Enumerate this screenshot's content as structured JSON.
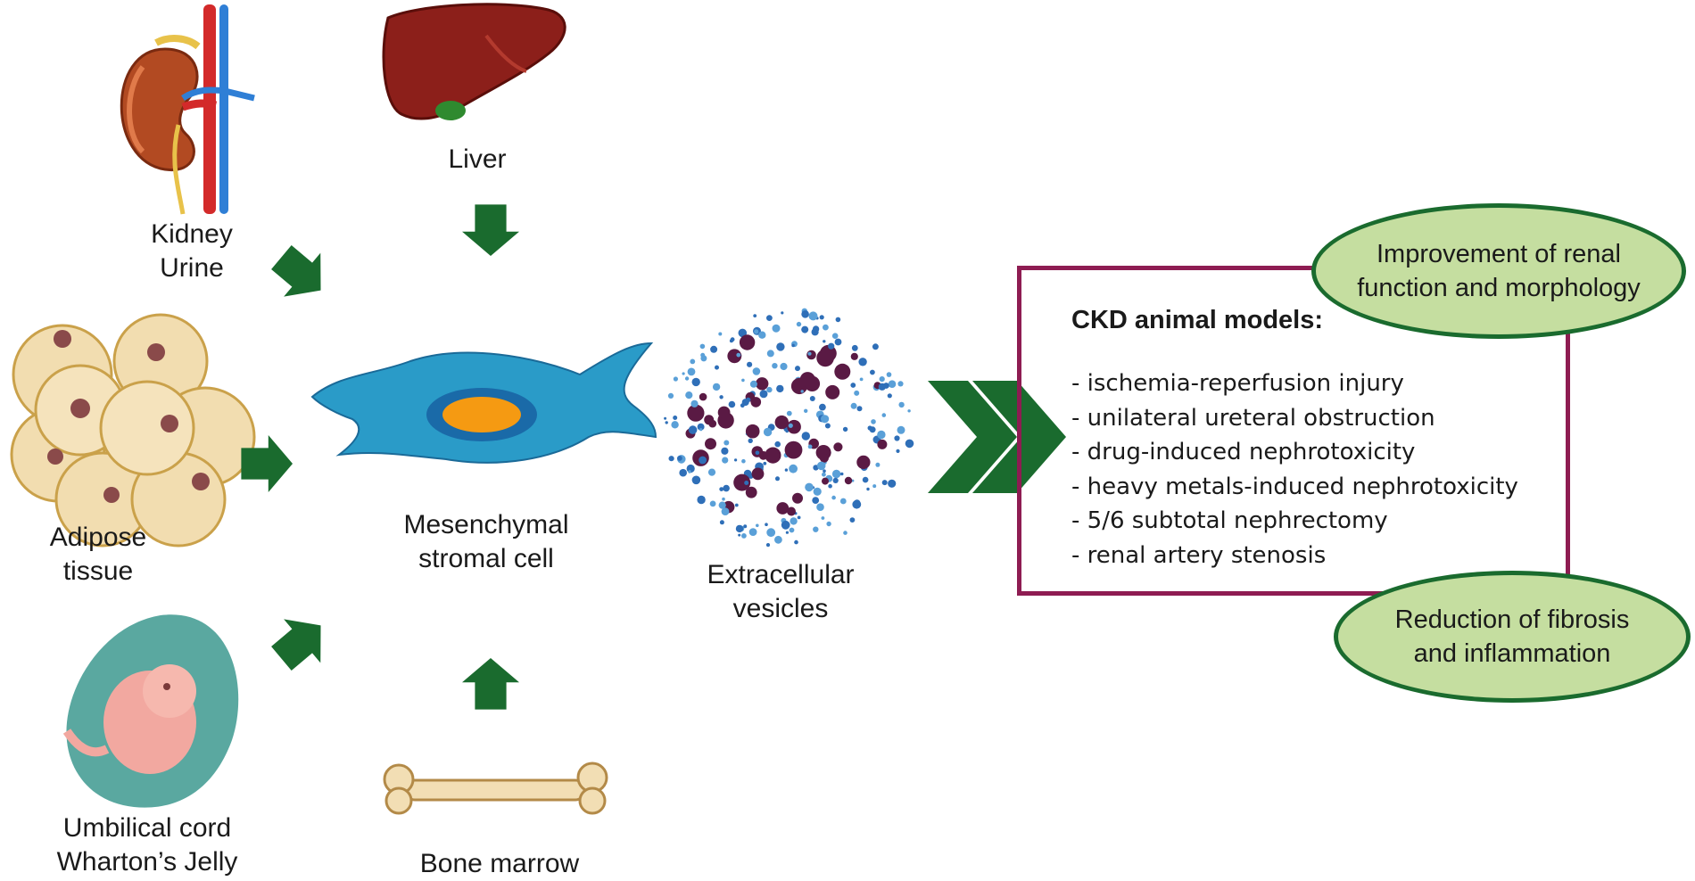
{
  "sources": {
    "kidney": {
      "line1": "Kidney",
      "line2": "Urine"
    },
    "liver": {
      "line1": "Liver"
    },
    "adipose": {
      "line1": "Adipose",
      "line2": "tissue"
    },
    "umbilical": {
      "line1": "Umbilical cord",
      "line2": "Wharton’s Jelly"
    },
    "bone": {
      "line1": "Bone marrow"
    }
  },
  "center": {
    "line1": "Mesenchymal",
    "line2": "stromal cell"
  },
  "vesicles": {
    "line1": "Extracellular",
    "line2": "vesicles"
  },
  "box": {
    "title": "CKD animal models:",
    "items": [
      "- ischemia-reperfusion injury",
      "- unilateral ureteral obstruction",
      "- drug-induced nephrotoxicity",
      "- heavy metals-induced nephrotoxicity",
      "- 5/6 subtotal nephrectomy",
      "- renal artery stenosis"
    ]
  },
  "outcomes": {
    "top": {
      "line1": "Improvement of renal",
      "line2": "function and morphology"
    },
    "bottom": {
      "line1": "Reduction of fibrosis",
      "line2": "and inflammation"
    }
  },
  "colors": {
    "arrow": "#1a6b2e",
    "box_border": "#8e1c52",
    "oval_fill": "#c5dea0",
    "oval_border": "#1a6b2e",
    "cell": "#2a9bc8",
    "nucleus": "#f59a12"
  },
  "icons": [
    "kidney-icon",
    "liver-icon",
    "adipose-cells-icon",
    "embryo-icon",
    "bone-icon",
    "msc-cell-icon",
    "vesicle-cloud-icon",
    "chevron-arrow-icon"
  ]
}
